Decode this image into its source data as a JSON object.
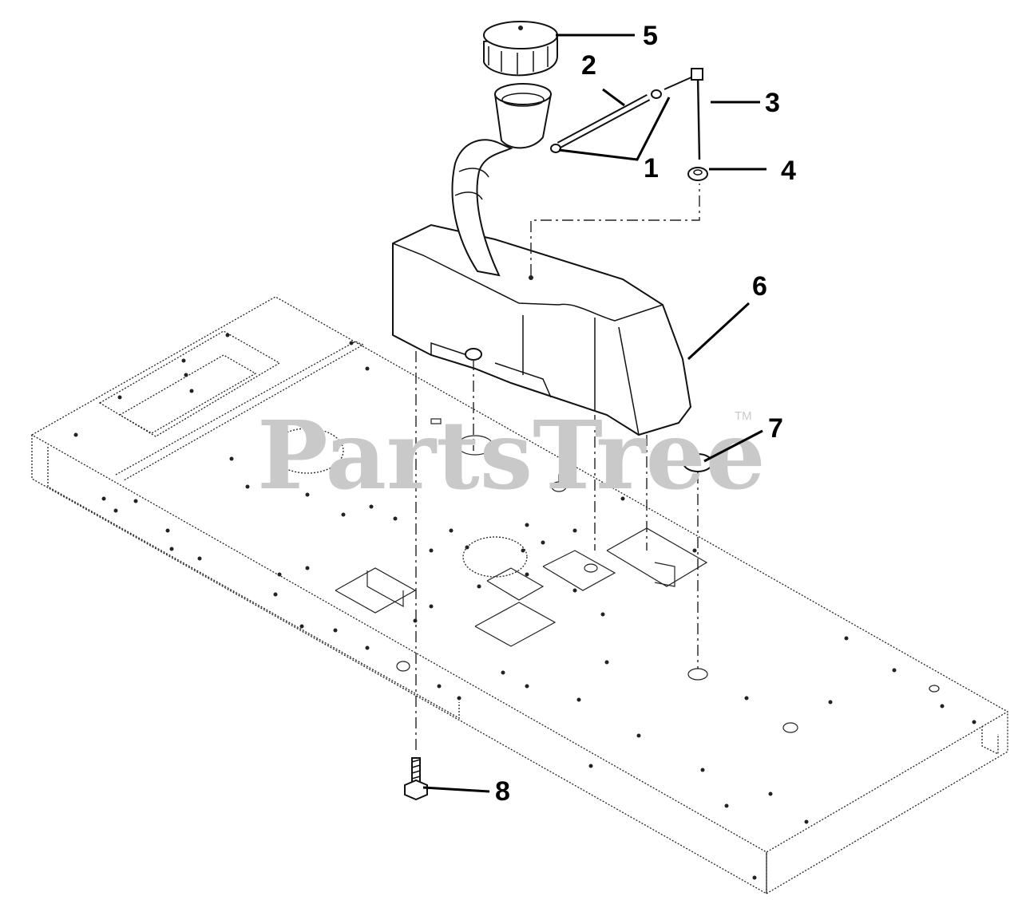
{
  "watermark": {
    "text": "PartsTree",
    "trademark": "TM"
  },
  "callouts": [
    {
      "id": "1",
      "label": "1"
    },
    {
      "id": "2",
      "label": "2"
    },
    {
      "id": "3",
      "label": "3"
    },
    {
      "id": "4",
      "label": "4"
    },
    {
      "id": "5",
      "label": "5"
    },
    {
      "id": "6",
      "label": "6"
    },
    {
      "id": "7",
      "label": "7"
    },
    {
      "id": "8",
      "label": "8"
    }
  ]
}
